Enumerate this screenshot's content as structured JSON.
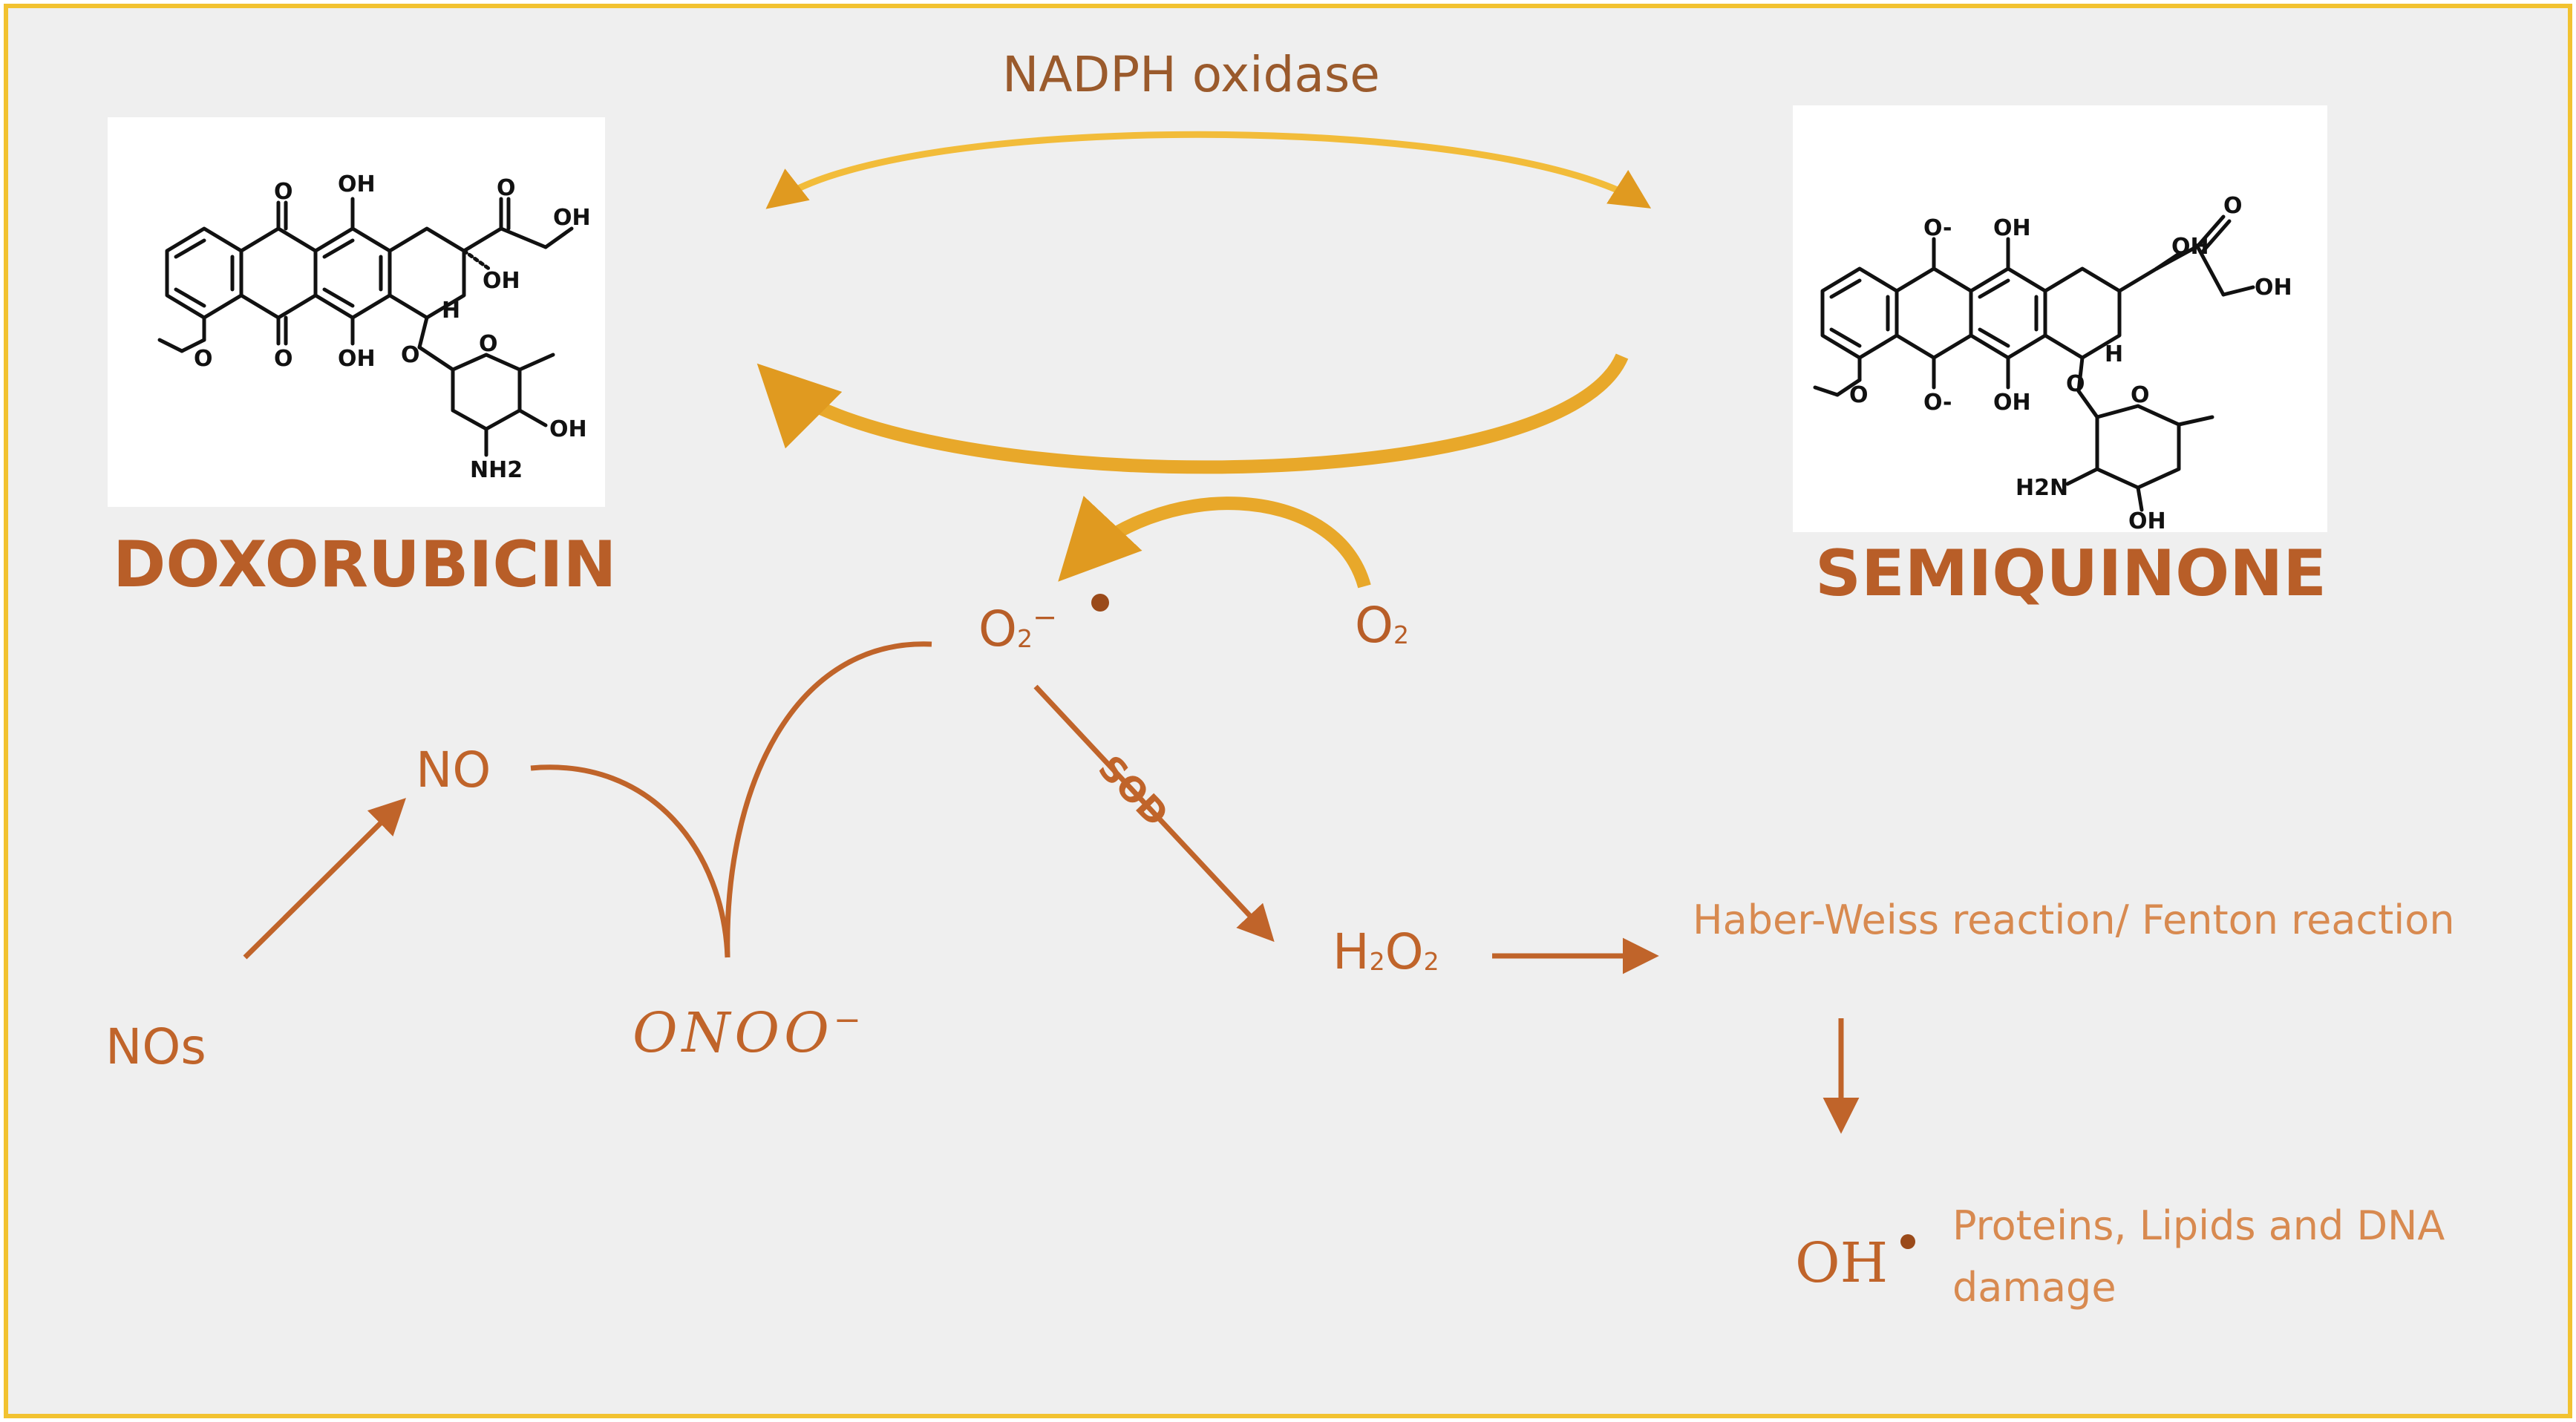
{
  "colors": {
    "background": "#efefef",
    "border": "#f2c230",
    "label": "#c0642a",
    "arrow": "#c0642a",
    "cycle_arrow": "#f0b030",
    "cycle_arrow_dark": "#d9901c"
  },
  "enzyme": {
    "nadph": "NADPH oxidase",
    "sod": "SOD"
  },
  "molecules": {
    "doxorubicin": {
      "name": "DOXORUBICIN",
      "atoms": {
        "o1": "O",
        "oh1": "OH",
        "o2": "O",
        "oh_side": "OH",
        "oh_ring": "OH",
        "o3": "O",
        "oh2": "OH",
        "h": "H",
        "ome": "O",
        "o_link": "O",
        "o_sugar": "O",
        "oh_sugar": "OH",
        "nh2": "NH2"
      }
    },
    "semiquinone": {
      "name": "SEMIQUINONE",
      "atoms": {
        "o_minus1": "O-",
        "oh1": "OH",
        "oh_side": "OH",
        "o_keto": "O",
        "oh_end": "OH",
        "o_minus2": "O-",
        "oh2": "OH",
        "h": "H",
        "ome": "O",
        "o_link": "O",
        "o_sugar": "O",
        "h2n": "H2N",
        "oh_sugar": "OH"
      }
    }
  },
  "species": {
    "superoxide_base": "O",
    "superoxide_sub": "2",
    "superoxide_sup": "−",
    "oxygen_base": "O",
    "oxygen_sub": "2",
    "no": "NO",
    "nos": "NOs",
    "peroxynitrite": "ONOO",
    "peroxynitrite_sup": "−",
    "h2o2_h": "H",
    "h2o2_sub1": "2",
    "h2o2_o": "O",
    "h2o2_sub2": "2",
    "hydroxyl": "OH"
  },
  "reactions": {
    "haber_weiss": "Haber-Weiss reaction/ Fenton reaction",
    "damage_line1": "Proteins, Lipids and DNA",
    "damage_line2": "damage"
  }
}
